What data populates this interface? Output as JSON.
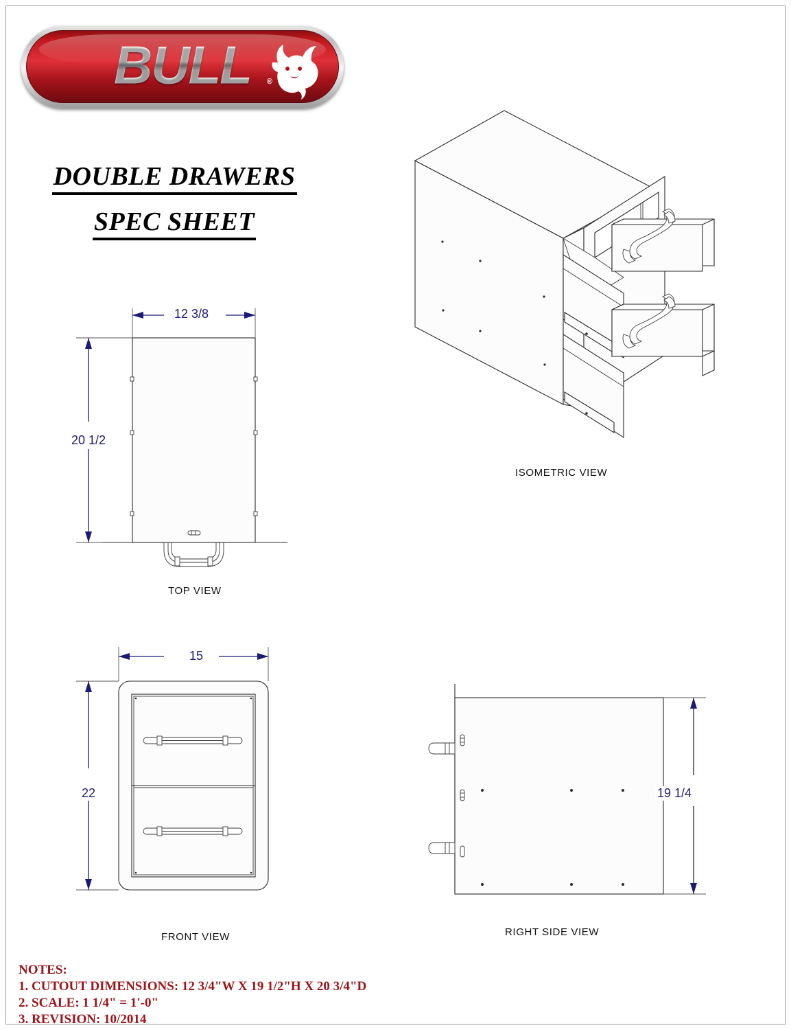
{
  "brand": {
    "name": "BULL",
    "registered": "®"
  },
  "title": {
    "line1": "DOUBLE DRAWERS",
    "line2": "SPEC SHEET"
  },
  "views": {
    "top": {
      "label": "TOP VIEW",
      "width_dim": "12 3/8",
      "height_dim": "20 1/2"
    },
    "front": {
      "label": "FRONT VIEW",
      "width_dim": "15",
      "height_dim": "22"
    },
    "isometric": {
      "label": "ISOMETRIC VIEW"
    },
    "right_side": {
      "label": "RIGHT SIDE VIEW",
      "height_dim": "19 1/4"
    }
  },
  "notes": {
    "heading": "NOTES:",
    "items": [
      "1. CUTOUT DIMENSIONS: 12 3/4\"W  X  19 1/2\"H  X  20 3/4\"D",
      "2. SCALE: 1 1/4\" = 1'-0\"",
      "3. REVISION: 10/2014"
    ]
  },
  "colors": {
    "brand_red": "#C0171B",
    "dimension_blue": "#1B1B77",
    "note_red": "#9E1318",
    "line_gray": "#2A2A2A"
  }
}
